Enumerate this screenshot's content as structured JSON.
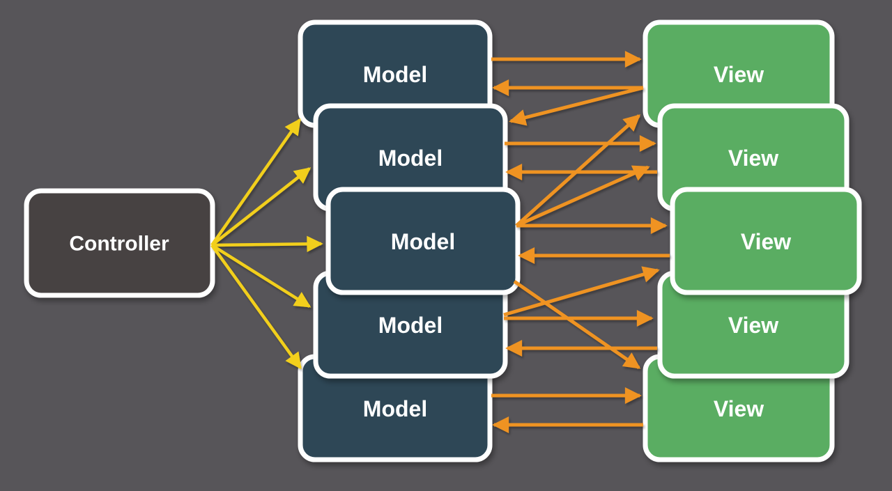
{
  "diagram": {
    "type": "architecture-diagram",
    "background_color": "#575559",
    "controller": {
      "label": "Controller"
    },
    "models": [
      {
        "label": "Model"
      },
      {
        "label": "Model"
      },
      {
        "label": "Model"
      },
      {
        "label": "Model"
      },
      {
        "label": "Model"
      }
    ],
    "views": [
      {
        "label": "View"
      },
      {
        "label": "View"
      },
      {
        "label": "View"
      },
      {
        "label": "View"
      },
      {
        "label": "View"
      }
    ],
    "colors": {
      "controller_fill": "#464243",
      "model_fill": "#2d4657",
      "view_fill": "#5aad62",
      "box_border": "#ffffff",
      "controller_arrow": "#f2cf1b",
      "model_view_arrow": "#ef9320"
    },
    "edges": {
      "controller_to_models": [
        {
          "from": "controller",
          "to": "model-1"
        },
        {
          "from": "controller",
          "to": "model-2"
        },
        {
          "from": "controller",
          "to": "model-3"
        },
        {
          "from": "controller",
          "to": "model-4"
        },
        {
          "from": "controller",
          "to": "model-5"
        }
      ],
      "model_view": [
        {
          "from": "model-1",
          "to": "view-1"
        },
        {
          "from": "view-1",
          "to": "model-1"
        },
        {
          "from": "view-1",
          "to": "model-2"
        },
        {
          "from": "model-2",
          "to": "view-2"
        },
        {
          "from": "view-2",
          "to": "model-2"
        },
        {
          "from": "model-3",
          "to": "view-1"
        },
        {
          "from": "model-3",
          "to": "view-2"
        },
        {
          "from": "model-3",
          "to": "view-3"
        },
        {
          "from": "view-3",
          "to": "model-3"
        },
        {
          "from": "model-4",
          "to": "view-3"
        },
        {
          "from": "model-3",
          "to": "view-5"
        },
        {
          "from": "model-4",
          "to": "view-4"
        },
        {
          "from": "view-4",
          "to": "model-4"
        },
        {
          "from": "model-5",
          "to": "view-5"
        },
        {
          "from": "view-5",
          "to": "model-5"
        }
      ]
    }
  }
}
